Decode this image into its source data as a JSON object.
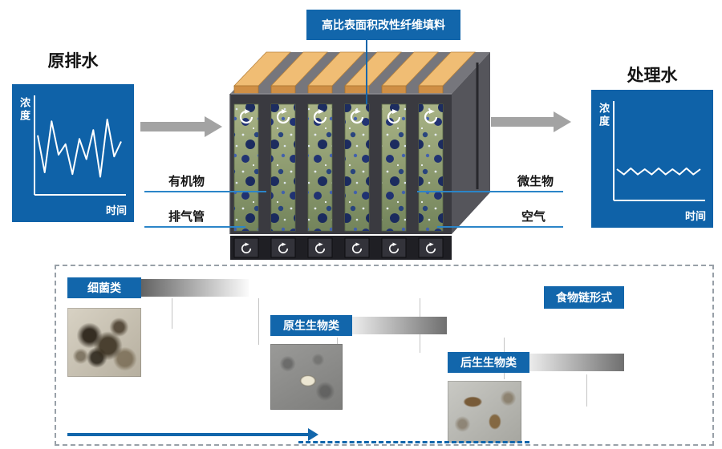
{
  "colors": {
    "accent_blue": "#1266ab",
    "chart_panel_blue": "#0f62a8",
    "callout_line_blue": "#2b85c8",
    "flow_arrow_gray": "#a3a3a3",
    "filler_orange": "#f0bd74",
    "panel_green": "#8fa06e"
  },
  "header": {
    "filler_label": "高比表面积改性纤维填料"
  },
  "influent": {
    "title": "原排水",
    "ylabel": "浓度",
    "xlabel": "时间"
  },
  "effluent": {
    "title": "处理水",
    "ylabel": "浓度",
    "xlabel": "时间"
  },
  "tank": {
    "organic_label": "有机物",
    "exhaust_label": "排气管",
    "microbe_label": "微生物",
    "air_label": "空气"
  },
  "food_chain": {
    "stages": [
      {
        "label": "细菌类"
      },
      {
        "label": "原生生物类"
      },
      {
        "label": "后生生物类"
      }
    ],
    "corner_label": "食物链形式"
  },
  "chart_data": [
    {
      "id": "influent-concentration",
      "type": "line",
      "title": "原排水",
      "xlabel": "时间",
      "ylabel": "浓度",
      "x": [
        0,
        1,
        2,
        3,
        4,
        5,
        6,
        7,
        8,
        9,
        10,
        11,
        12
      ],
      "y": [
        62,
        20,
        78,
        40,
        52,
        18,
        58,
        35,
        68,
        15,
        80,
        38,
        55
      ],
      "ylim": [
        0,
        100
      ],
      "grid": false,
      "legend": false
    },
    {
      "id": "effluent-concentration",
      "type": "line",
      "title": "处理水",
      "xlabel": "时间",
      "ylabel": "浓度",
      "x": [
        0,
        1,
        2,
        3,
        4,
        5,
        6,
        7,
        8,
        9,
        10,
        11,
        12
      ],
      "y": [
        30,
        24,
        31,
        24,
        30,
        24,
        31,
        24,
        30,
        24,
        31,
        24,
        30
      ],
      "ylim": [
        0,
        100
      ],
      "grid": false,
      "legend": false
    }
  ]
}
